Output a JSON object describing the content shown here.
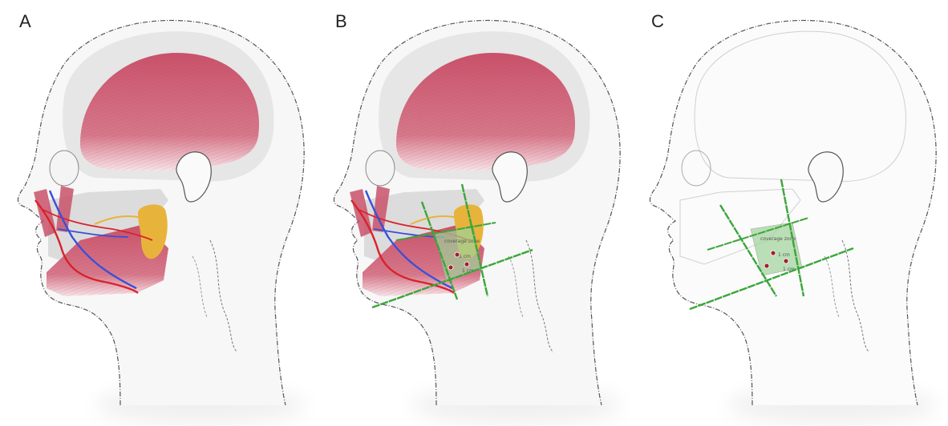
{
  "panels": [
    {
      "label": "A"
    },
    {
      "label": "B",
      "area_text": {
        "top": "coverage zone",
        "mid": "1 cm",
        "bottom": "1 cm"
      }
    },
    {
      "label": "C",
      "area_text": {
        "top": "coverage zone",
        "mid": "1 cm",
        "bottom": "1 cm"
      }
    }
  ],
  "colors": {
    "muscle": "#c9526a",
    "muscle_light": "#e7a2ae",
    "gland": "#e8b33a",
    "artery": "#d8232a",
    "vein": "#3a4fd9",
    "guide_line": "#3aa63a",
    "zone_fill": "#9fd39a",
    "dot": "#a3202b",
    "outline": "#555555",
    "skull_shade": "#e6e6e6"
  }
}
